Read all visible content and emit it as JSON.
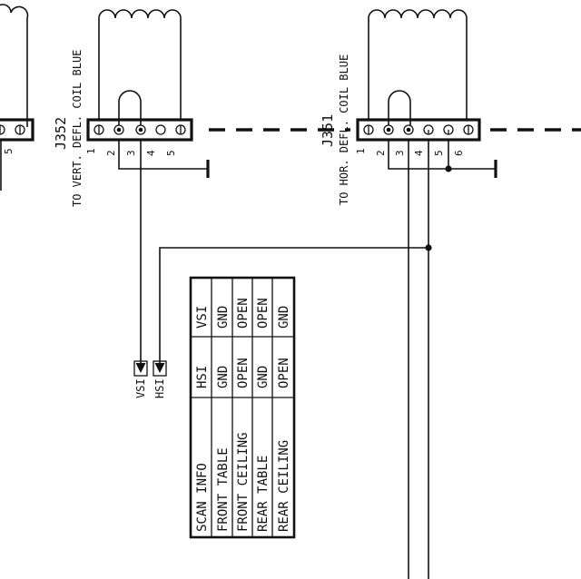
{
  "connectors": {
    "left_partial": {
      "pins": [
        "5"
      ]
    },
    "j352": {
      "name": "J352",
      "description": "TO VERT. DEFL. COIL BLUE",
      "pins": [
        "1",
        "2",
        "3",
        "4",
        "5"
      ]
    },
    "j351": {
      "name": "J351",
      "description": "TO HOR. DEFL. COIL BLUE",
      "pins": [
        "1",
        "2",
        "3",
        "4",
        "5",
        "6"
      ]
    }
  },
  "signals": {
    "vsi": "VSI",
    "hsi": "HSI"
  },
  "scan_table": {
    "headers": [
      "SCAN INFO",
      "HSI",
      "VSI"
    ],
    "rows": [
      [
        "FRONT TABLE",
        "GND",
        "GND"
      ],
      [
        "FRONT CEILING",
        "OPEN",
        "OPEN"
      ],
      [
        "REAR TABLE",
        "GND",
        "OPEN"
      ],
      [
        "REAR CEILING",
        "OPEN",
        "GND"
      ]
    ]
  }
}
